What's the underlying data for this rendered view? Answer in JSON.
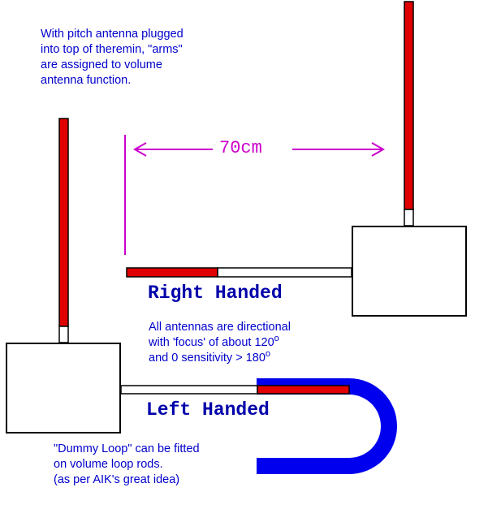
{
  "notes": {
    "pitch_plug": "With pitch antenna plugged\ninto top of theremin, \"arms\"\nare assigned to volume\nantenna function.",
    "directional_line1": "All antennas are directional",
    "directional_line2_pre": "with 'focus' of about 120",
    "directional_line3_pre": "and 0 sensitivity > 180",
    "degree_symbol": "o",
    "dummy_loop": "\"Dummy Loop\" can be fitted\non volume loop rods.\n(as per AIK's great idea)"
  },
  "labels": {
    "right_handed": "Right Handed",
    "left_handed": "Left Handed",
    "distance": "70cm"
  },
  "colors": {
    "antenna_red": "#e00000",
    "loop_blue": "#0000ee",
    "text_blue": "#0000cc",
    "dimension_magenta": "#cc00cc",
    "outline": "#000000"
  }
}
